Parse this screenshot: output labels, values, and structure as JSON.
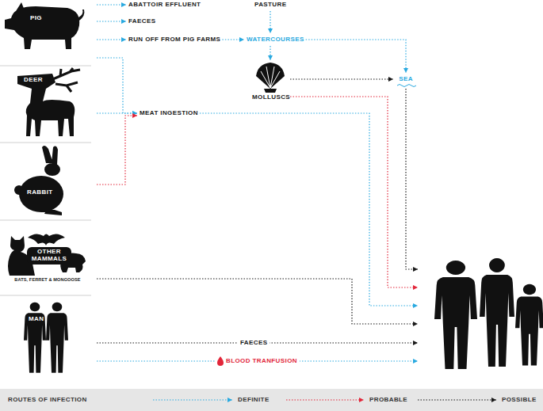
{
  "diagram": {
    "nodes": [
      {
        "text": [
          "PIG"
        ]
      },
      {
        "text": [
          "DEER"
        ]
      },
      {
        "text": [
          "RABBIT"
        ]
      },
      {
        "text": [
          "OTHER MAMMALS",
          "BATS, FERRET & MONGOOSE"
        ]
      },
      {
        "text": [
          "MAN"
        ]
      },
      {
        "text": [
          "ABATTOIR EFFLUENT"
        ]
      },
      {
        "text": [
          "FAECES"
        ]
      },
      {
        "text": [
          "RUN OFF FROM PIG FARMS"
        ]
      },
      {
        "text": [
          "PASTURE"
        ]
      },
      {
        "text": [
          "WATERCOURSES"
        ]
      },
      {
        "text": [
          "MOLLUSCS"
        ]
      },
      {
        "text": [
          "SEA"
        ]
      },
      {
        "text": [
          "MEAT INGESTION"
        ]
      },
      {
        "text": []
      }
    ],
    "edges": [
      {
        "from": 0,
        "to": 5,
        "arrow": "to"
      },
      {
        "from": 0,
        "to": 6,
        "arrow": "to"
      },
      {
        "from": 0,
        "to": 7,
        "arrow": "to"
      },
      {
        "from": 7,
        "to": 9,
        "arrow": "to"
      },
      {
        "from": 8,
        "to": 9,
        "arrow": "to"
      },
      {
        "from": 9,
        "to": 10,
        "arrow": "to"
      },
      {
        "from": 9,
        "to": 11,
        "arrow": "to"
      },
      {
        "from": 10,
        "to": 11,
        "arrow": "to"
      },
      {
        "from": 11,
        "to": 13,
        "arrow": "to"
      },
      {
        "from": 10,
        "to": 13,
        "arrow": "to"
      },
      {
        "from": 0,
        "to": 12,
        "arrow": "to"
      },
      {
        "from": 1,
        "to": 12,
        "arrow": "to"
      },
      {
        "from": 2,
        "to": 12,
        "arrow": "to"
      },
      {
        "from": 12,
        "to": 13,
        "arrow": "to"
      },
      {
        "from": 3,
        "to": 13,
        "arrow": "to"
      },
      {
        "from": 4,
        "to": 13,
        "label": "FAECES",
        "arrow": "to"
      },
      {
        "from": 4,
        "to": 13,
        "label": "BLOOD TRANFUSION",
        "arrow": "to"
      }
    ],
    "labels": [
      "ROUTES OF INFECTION"
    ],
    "legend": [
      {
        "text": "DEFINITE"
      },
      {
        "text": "PROBABLE"
      },
      {
        "text": "POSSIBLE"
      }
    ]
  }
}
